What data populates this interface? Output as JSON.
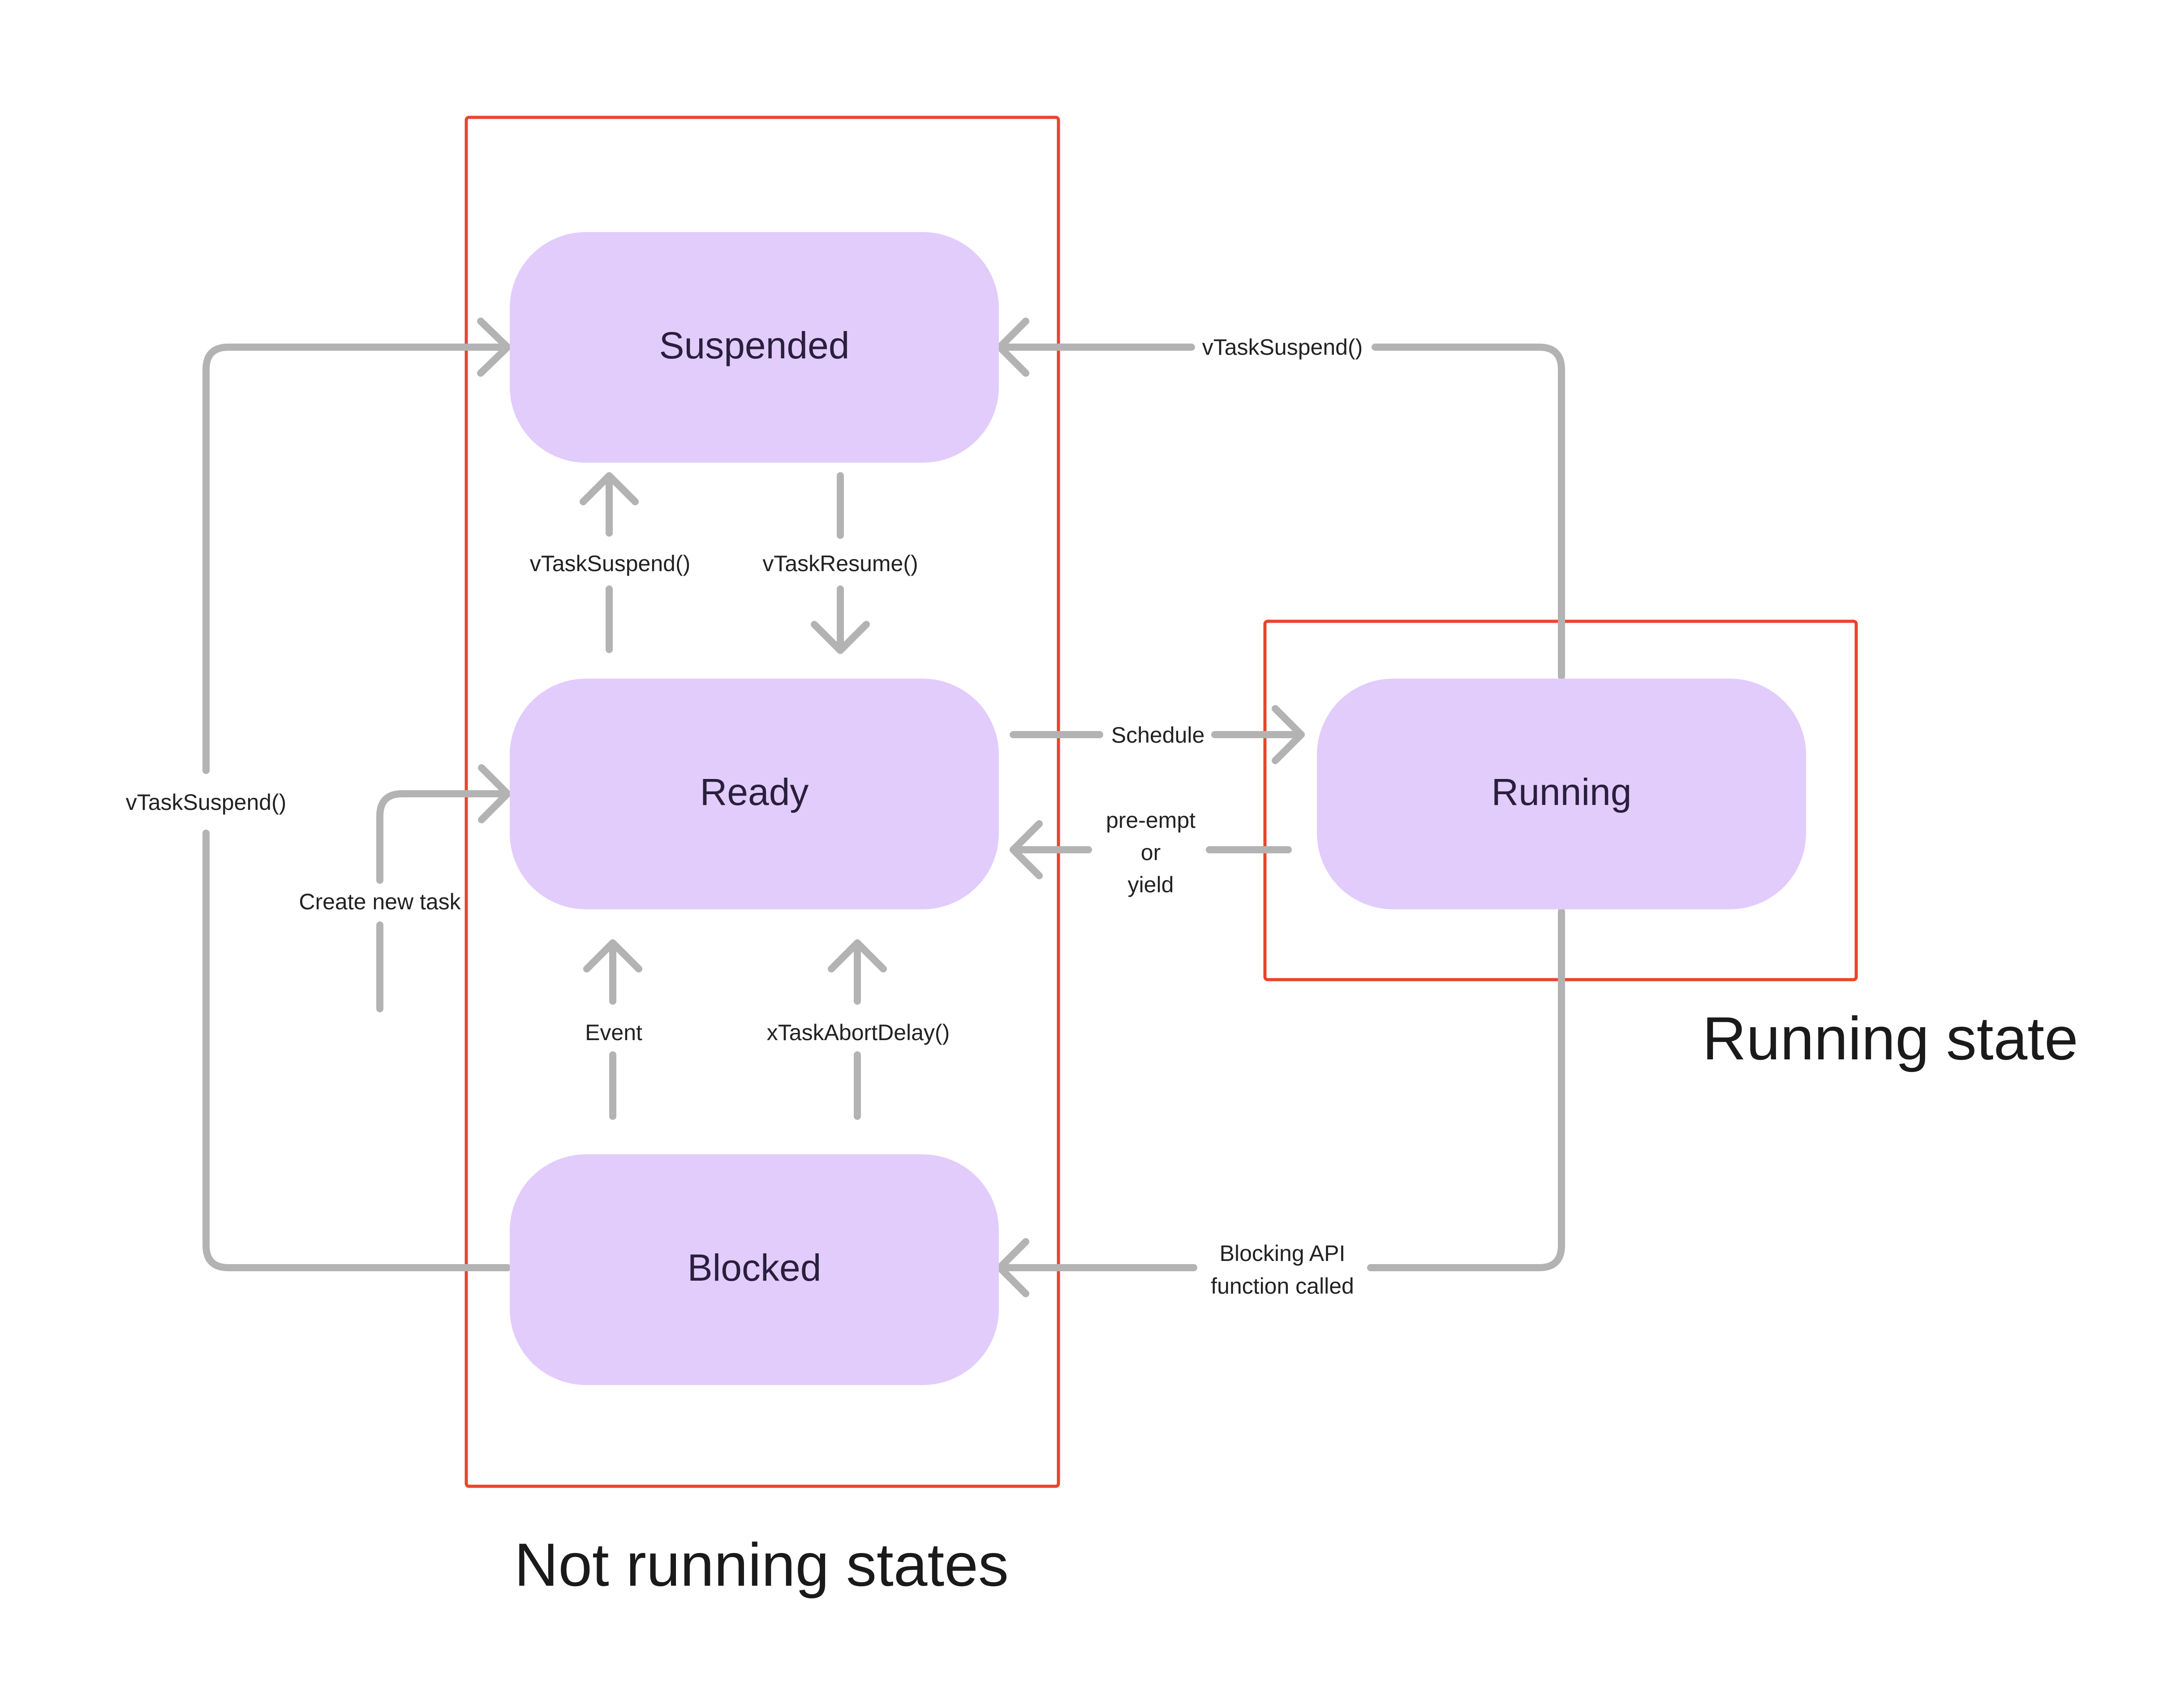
{
  "groups": {
    "not_running": "Not running states",
    "running": "Running state"
  },
  "states": {
    "suspended": "Suspended",
    "ready": "Ready",
    "running": "Running",
    "blocked": "Blocked"
  },
  "edges": {
    "blocked_to_suspended": "vTaskSuspend()",
    "running_to_suspended": "vTaskSuspend()",
    "ready_to_suspended": "vTaskSuspend()",
    "suspended_to_ready": "vTaskResume()",
    "create_new_task": "Create new task",
    "schedule": "Schedule",
    "preempt": [
      "pre-empt",
      "or",
      "yield"
    ],
    "event": "Event",
    "abort_delay": "xTaskAbortDelay()",
    "blocking_api": [
      "Blocking API",
      "function called"
    ]
  },
  "colors": {
    "state_fill": "#e2ccfc",
    "group_frame": "#e8452c",
    "arrow": "#b3b3b3"
  }
}
